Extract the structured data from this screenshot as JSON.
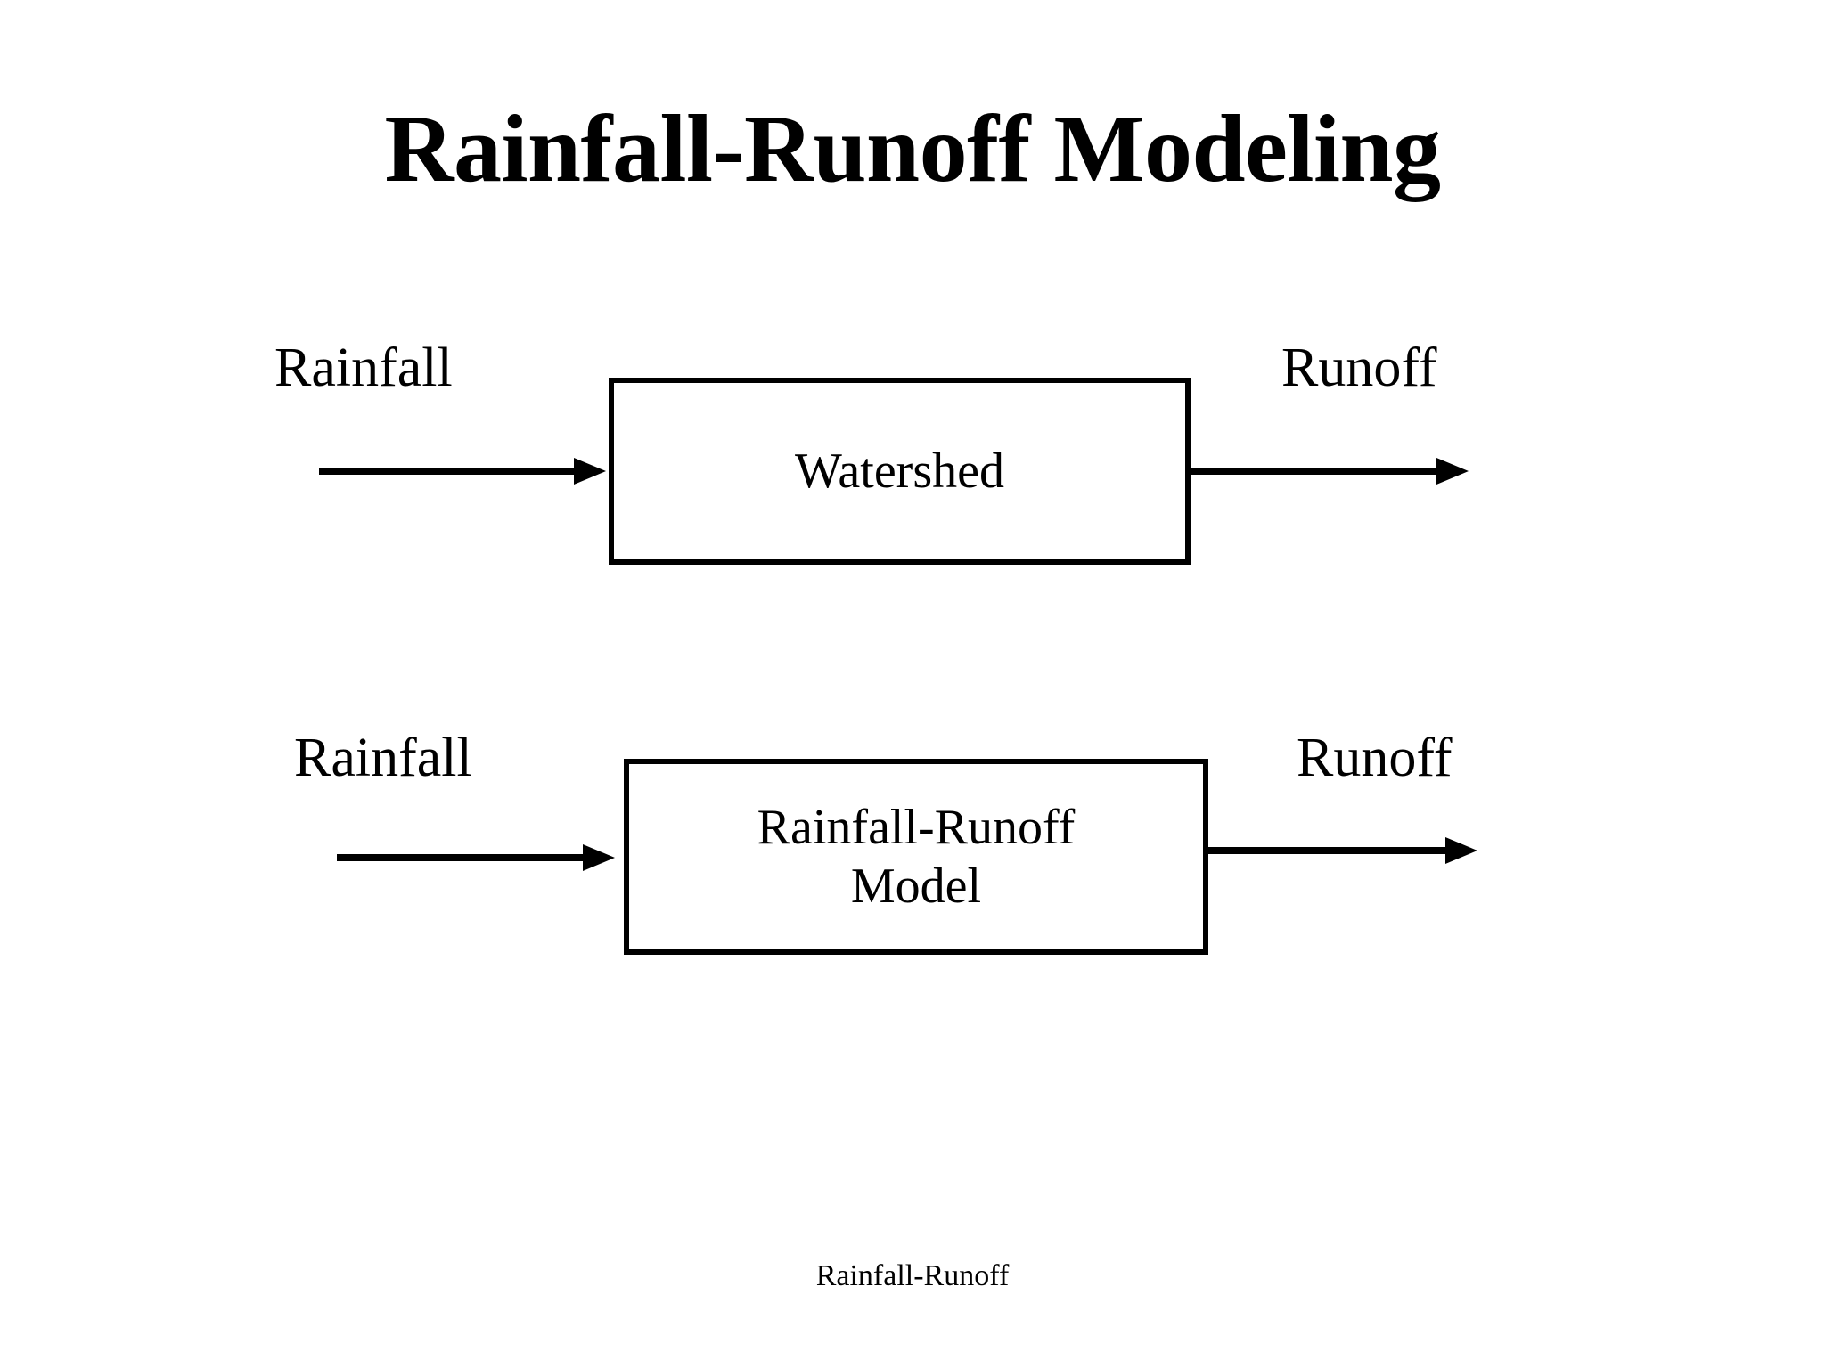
{
  "slide": {
    "title": "Rainfall-Runoff Modeling",
    "footer": "Rainfall-Runoff",
    "background_color": "#ffffff",
    "ink_color": "#000000"
  },
  "diagrams": [
    {
      "name": "watershed-block-diagram",
      "input_label": "Rainfall",
      "box_label": "Watershed",
      "output_label": "Runoff",
      "input_arrow_icon": "arrow-right-icon",
      "output_arrow_icon": "arrow-right-icon"
    },
    {
      "name": "rainfall-runoff-model-block-diagram",
      "input_label": "Rainfall",
      "box_label": "Rainfall-Runoff\nModel",
      "output_label": "Runoff",
      "input_arrow_icon": "arrow-right-icon",
      "output_arrow_icon": "arrow-right-icon"
    }
  ]
}
